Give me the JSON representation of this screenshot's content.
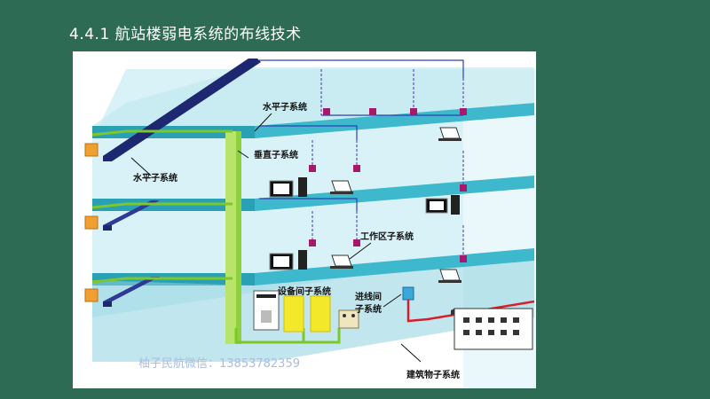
{
  "slide": {
    "title": "4.4.1 航站楼弱电系统的布线技术"
  },
  "diagram": {
    "labels": {
      "horizontal_top": "水平子系统",
      "horizontal_left": "水平子系统",
      "vertical": "垂直子系统",
      "work_area": "工作区子系统",
      "equipment_room": "设备间子系统",
      "entrance_line1": "进线间",
      "entrance_line2": "子系统",
      "building": "建筑物子系统"
    },
    "watermark": "柚子民航微信：13853782359",
    "colors": {
      "background": "#2e6b55",
      "floor": "#3db8cc",
      "wall": "#d8f2f7",
      "backbone_cable": "#2e3a96",
      "vertical_cable": "#8fd13c",
      "outlet": "#a8186a",
      "building_cable": "#d81e2a",
      "equipment_rack": "#f3e92a"
    }
  }
}
